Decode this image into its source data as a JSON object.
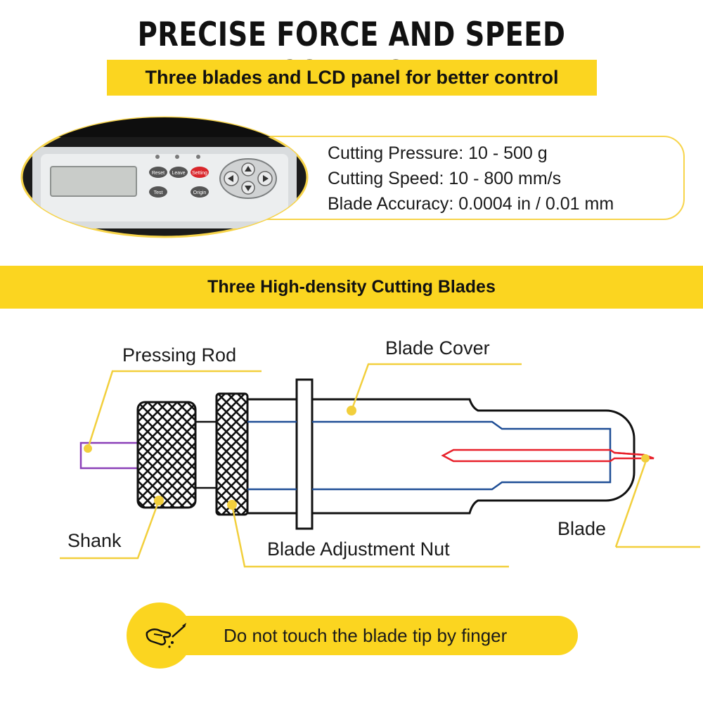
{
  "title": "PRECISE FORCE AND SPEED CONTROL",
  "subtitle": "Three blades and LCD panel for better control",
  "specs": {
    "pressure": "Cutting Pressure: 10 - 500 g",
    "speed": "Cutting Speed: 10 - 800 mm/s",
    "accuracy": "Blade Accuracy: 0.0004 in / 0.01 mm"
  },
  "panel": {
    "reset": "Reset",
    "leave": "Leave",
    "setting": "Setting",
    "test": "Test",
    "origin": "Origin"
  },
  "section_title": "Three High-density Cutting Blades",
  "labels": {
    "pressing_rod": "Pressing Rod",
    "blade_cover": "Blade Cover",
    "shank": "Shank",
    "blade_adjustment_nut": "Blade Adjustment Nut",
    "blade": "Blade"
  },
  "warning": "Do not touch the blade tip by finger",
  "colors": {
    "accent_yellow": "#fbd520",
    "rod_purple": "#8a3fb8",
    "inner_blue": "#1f4e96",
    "blade_red": "#e8202a"
  }
}
